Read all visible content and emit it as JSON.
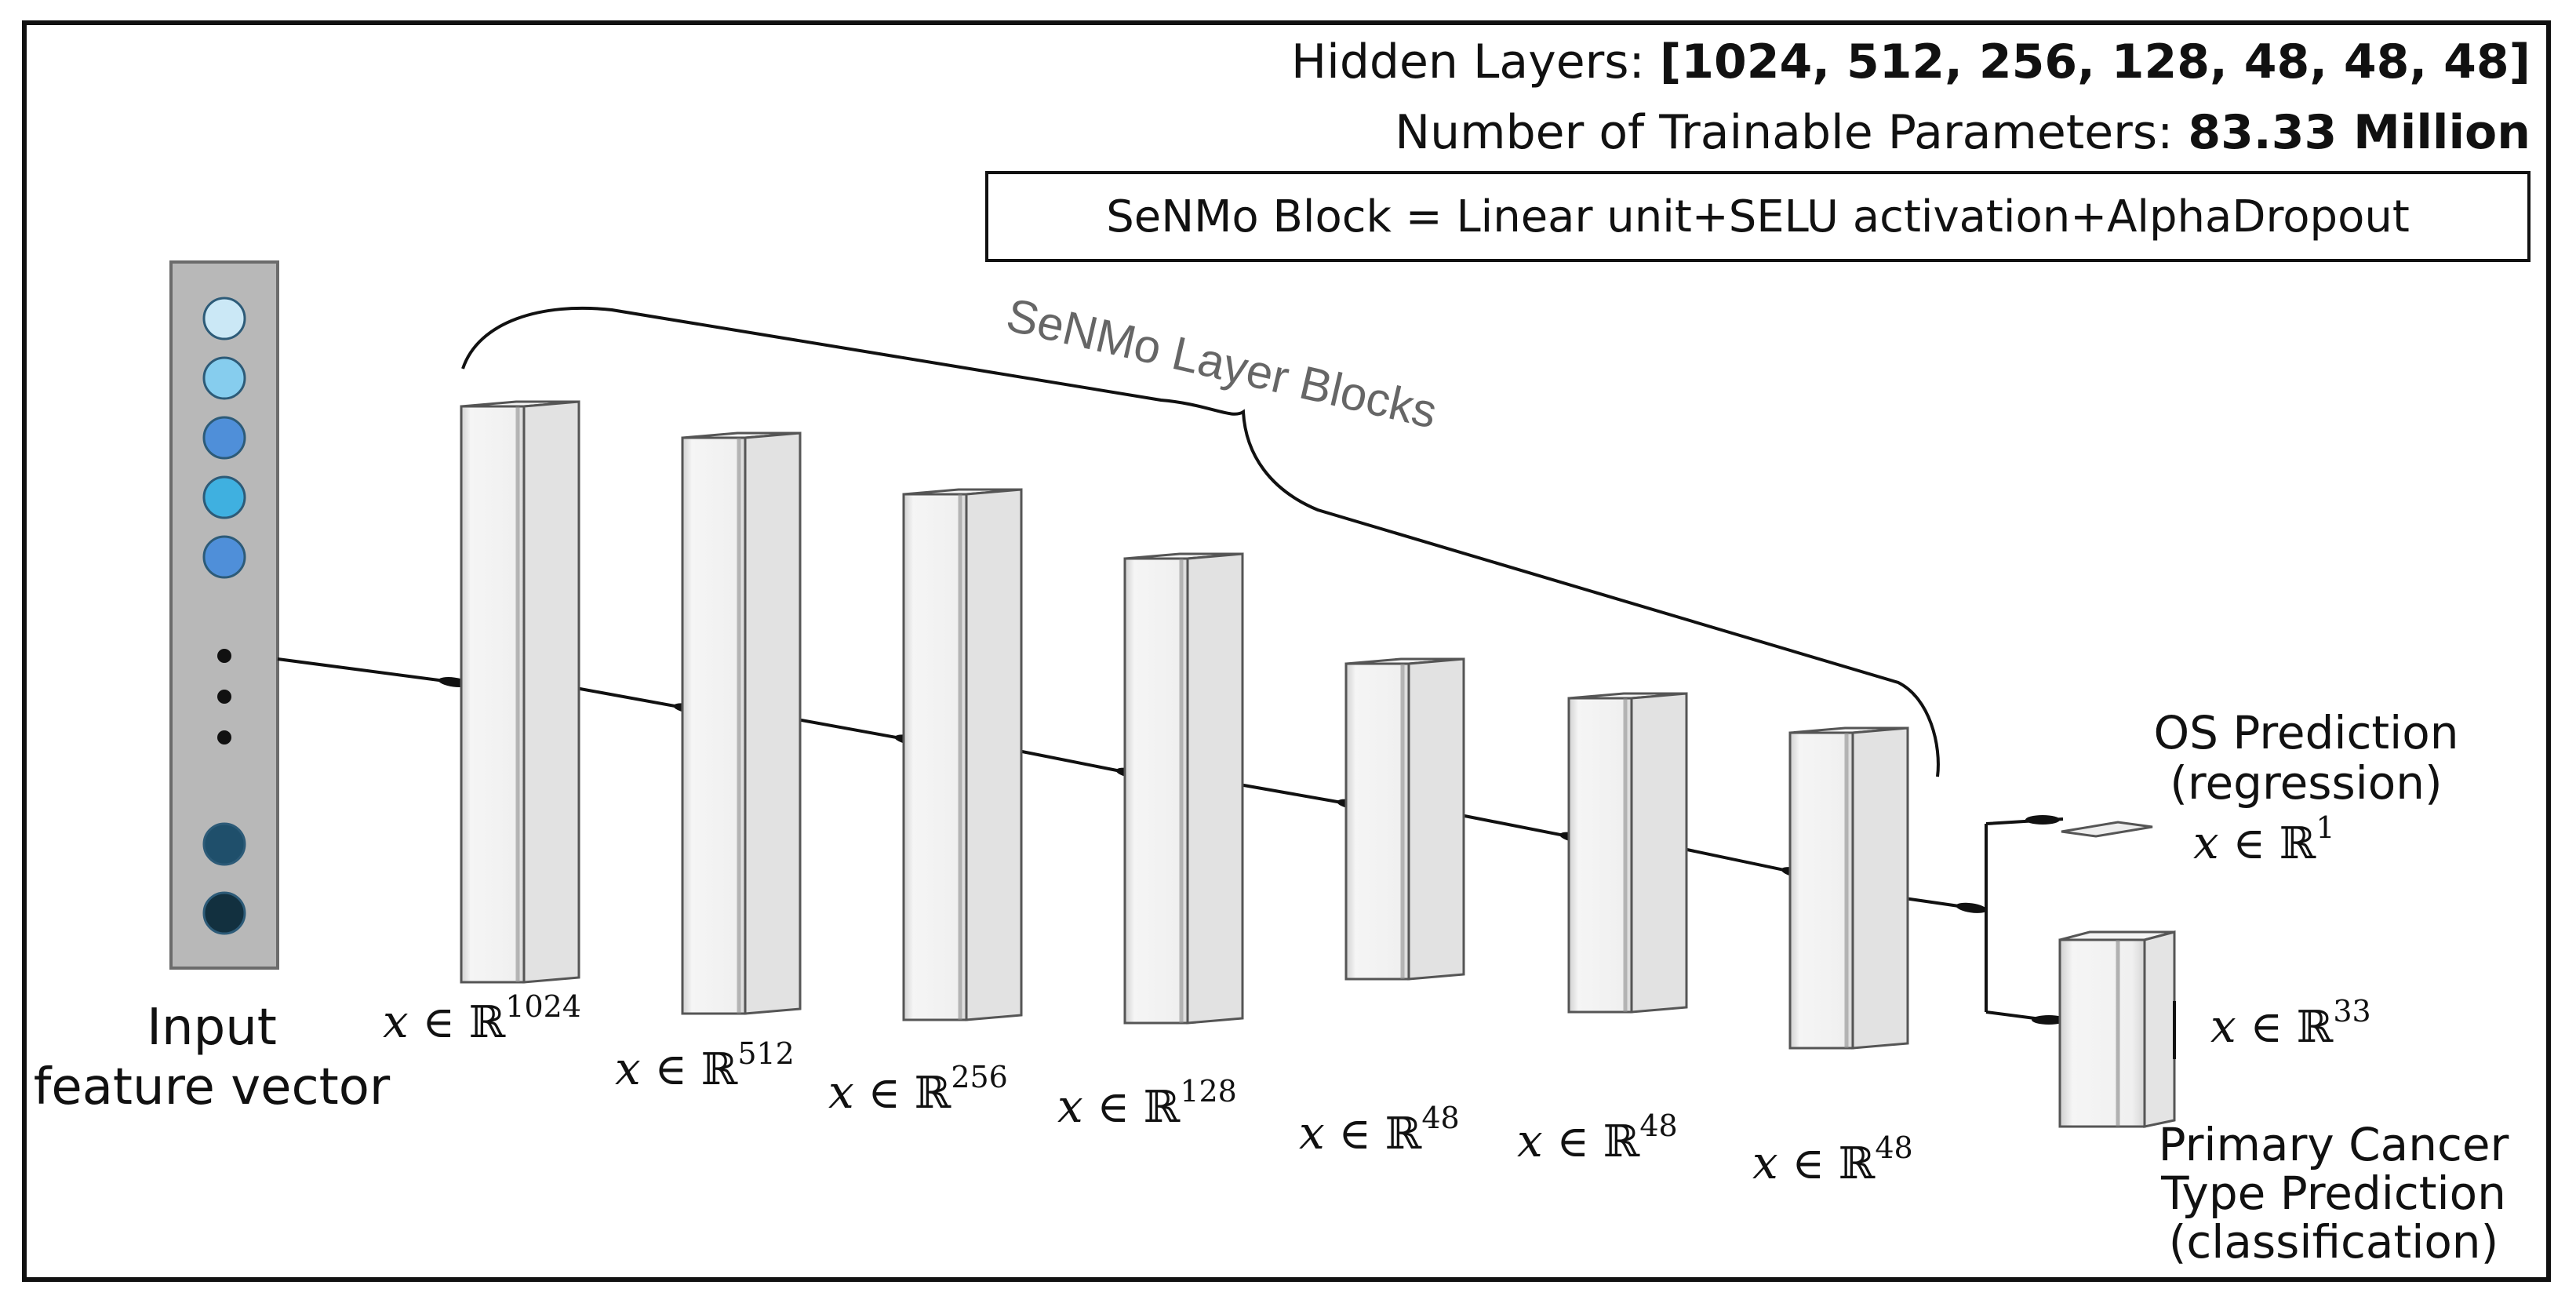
{
  "header": {
    "hidden_layers_label": "Hidden Layers: ",
    "hidden_layers_value": "[1024, 512, 256, 128, 48, 48, 48]",
    "params_label": "Number of Trainable Parameters: ",
    "params_value": "83.33 Million"
  },
  "block_definition": {
    "lhs": "SeNMo Block = ",
    "term1": "Linear unit",
    "term2": "SELU activation",
    "term3": "AlphaDropout",
    "plus": "+"
  },
  "brace_label": "SeNMo Layer Blocks",
  "input": {
    "label_line1": "Input",
    "label_line2": "feature vector",
    "node_colors": [
      "#cbe8f6",
      "#86cdee",
      "#4f8fd9",
      "#3fb0e0",
      "#4f8fd9",
      "#1f4f6b",
      "#12303f"
    ]
  },
  "layers": [
    {
      "dim": "1024"
    },
    {
      "dim": "512"
    },
    {
      "dim": "256"
    },
    {
      "dim": "128"
    },
    {
      "dim": "48"
    },
    {
      "dim": "48"
    },
    {
      "dim": "48"
    }
  ],
  "math": {
    "var": "x",
    "member": " ∈ ",
    "set": "ℝ"
  },
  "outputs": {
    "os": {
      "line1": "OS Prediction",
      "line2": "(regression)",
      "dim": "1"
    },
    "cancer": {
      "line1": "Primary Cancer",
      "line2": "Type Prediction",
      "line3": "(classification)",
      "dim": "33"
    }
  }
}
